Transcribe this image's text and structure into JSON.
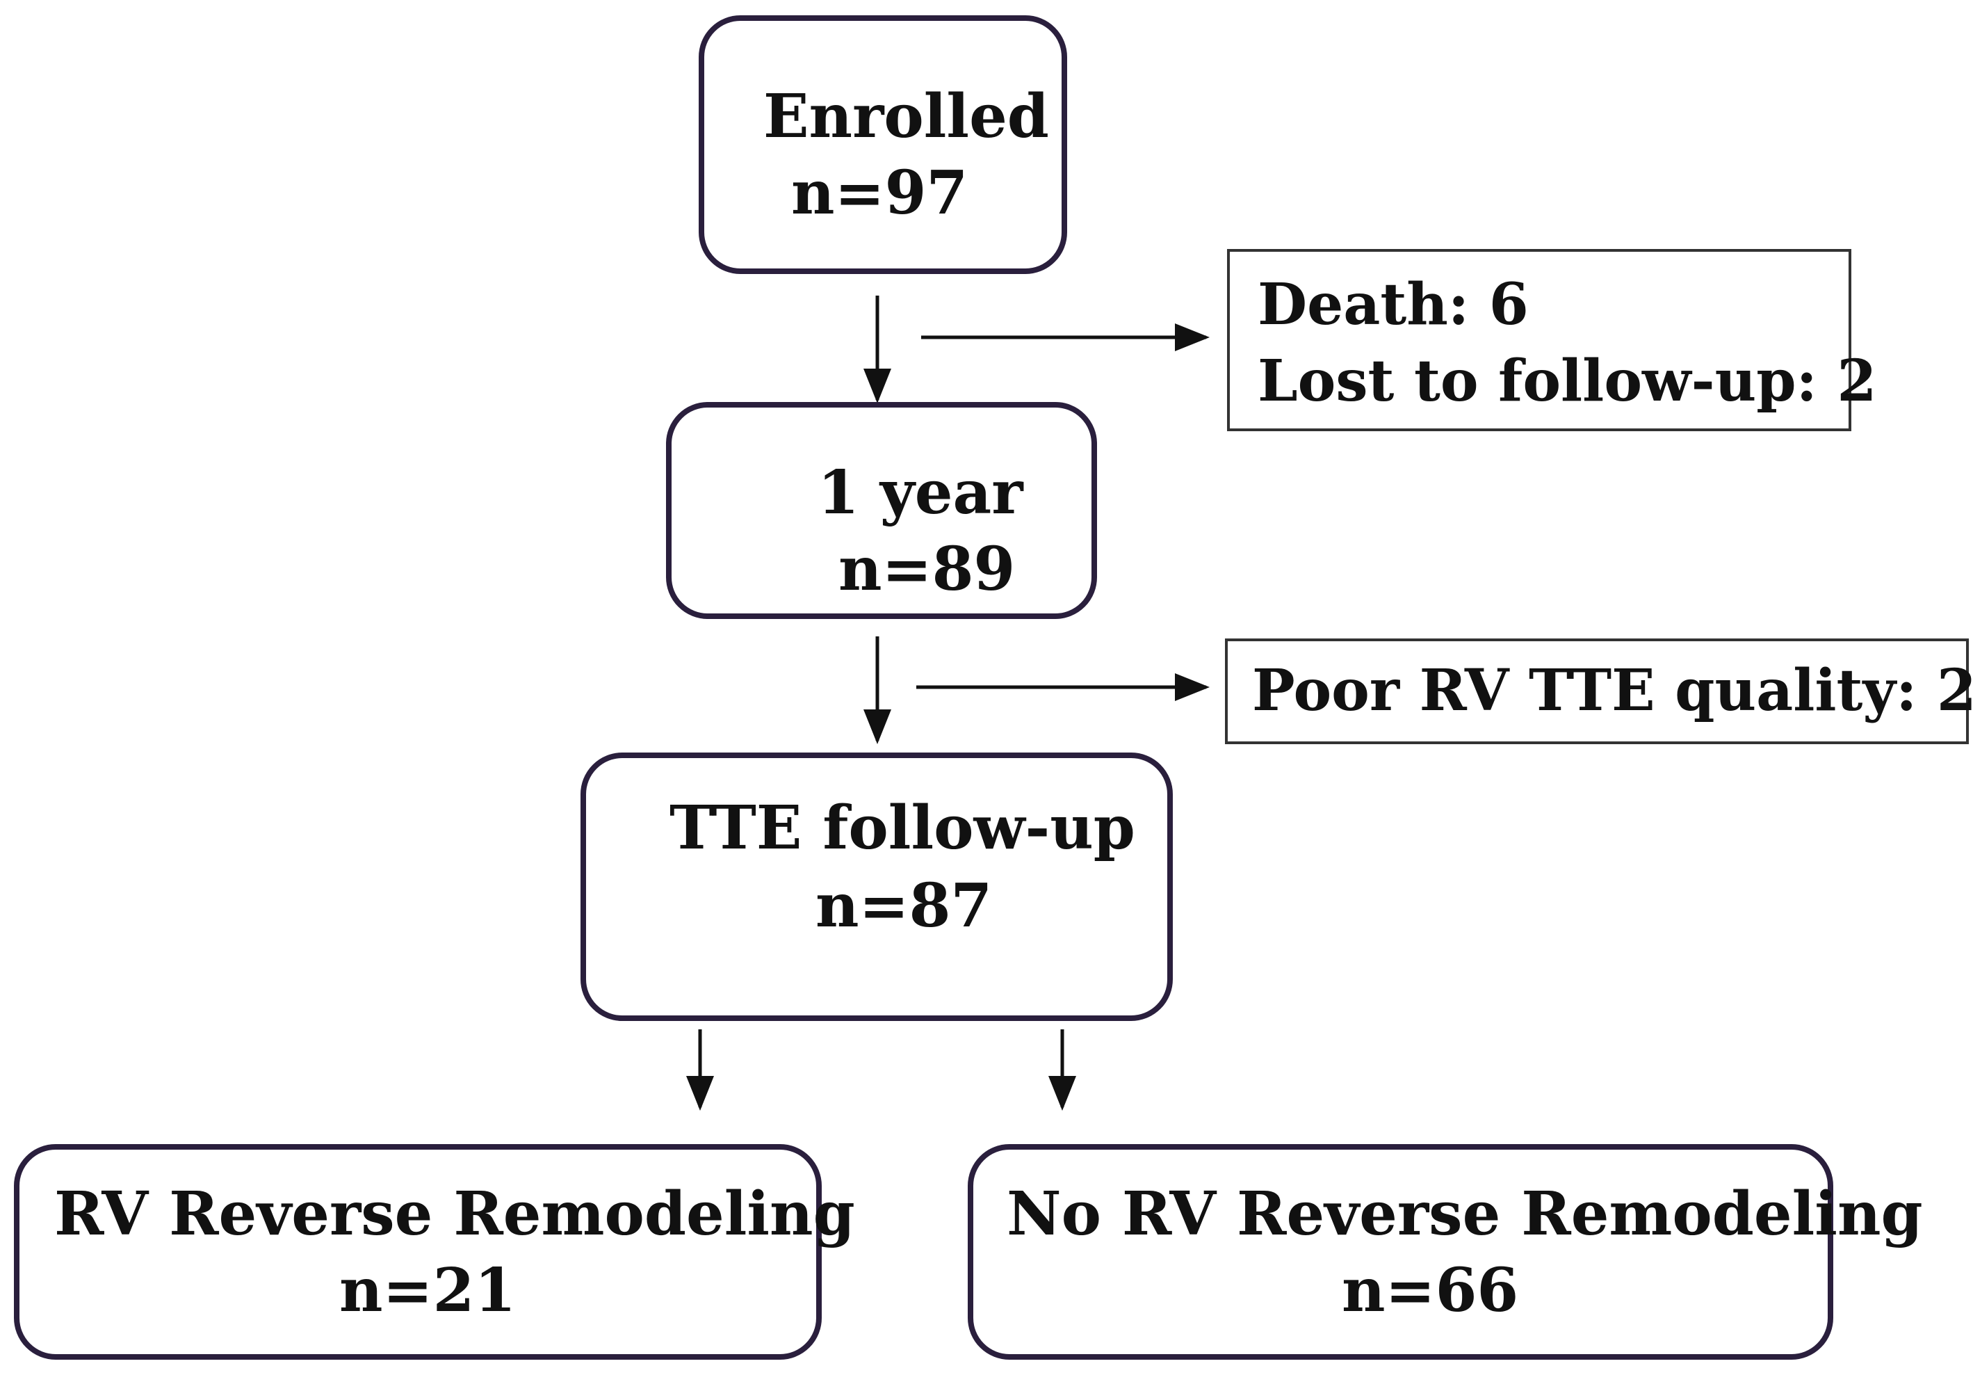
{
  "diagram": {
    "enrolled": {
      "title": "Enrolled",
      "count": "n=97"
    },
    "excluded_first": {
      "line1": "Death: 6",
      "line2": "Lost to follow-up: 2"
    },
    "one_year": {
      "title": "1 year",
      "count": "n=89"
    },
    "excluded_second": {
      "line1": "Poor RV TTE quality: 2"
    },
    "tte_followup": {
      "title": "TTE follow-up",
      "count": "n=87"
    },
    "rv_remodeling": {
      "title": "RV Reverse Remodeling",
      "count": "n=21"
    },
    "no_rv_remodeling": {
      "title": "No RV Reverse Remodeling",
      "count": "n=66"
    }
  },
  "colors": {
    "rounded_box_border": "#2a1f3d",
    "plain_box_border": "#333333",
    "arrow": "#111111",
    "text": "#111111"
  }
}
